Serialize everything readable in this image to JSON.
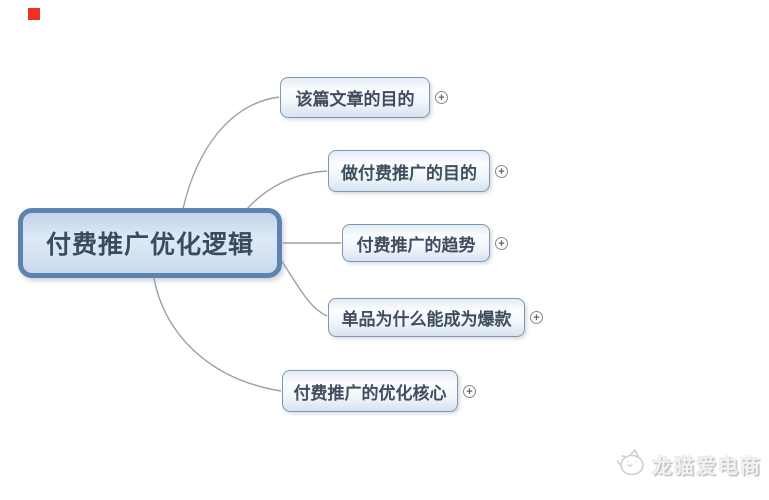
{
  "mindmap": {
    "root": {
      "label": "付费推广优化逻辑"
    },
    "branches": [
      {
        "label": "该篇文章的目的"
      },
      {
        "label": "做付费推广的目的"
      },
      {
        "label": "付费推广的趋势"
      },
      {
        "label": "单品为什么能成为爆款"
      },
      {
        "label": "付费推广的优化核心"
      }
    ],
    "expand_symbol": "+"
  },
  "watermark": {
    "label": "龙猫爱电商",
    "icon": "cat-icon"
  },
  "colors": {
    "root_border": "#5d83b1",
    "root_fill": "#d6e3f3",
    "root_text": "#3a4a61",
    "branch_border": "#7e96b0",
    "branch_text": "#3f4d5f",
    "connector": "#9aa0a6",
    "red_marker": "#ee3124"
  }
}
